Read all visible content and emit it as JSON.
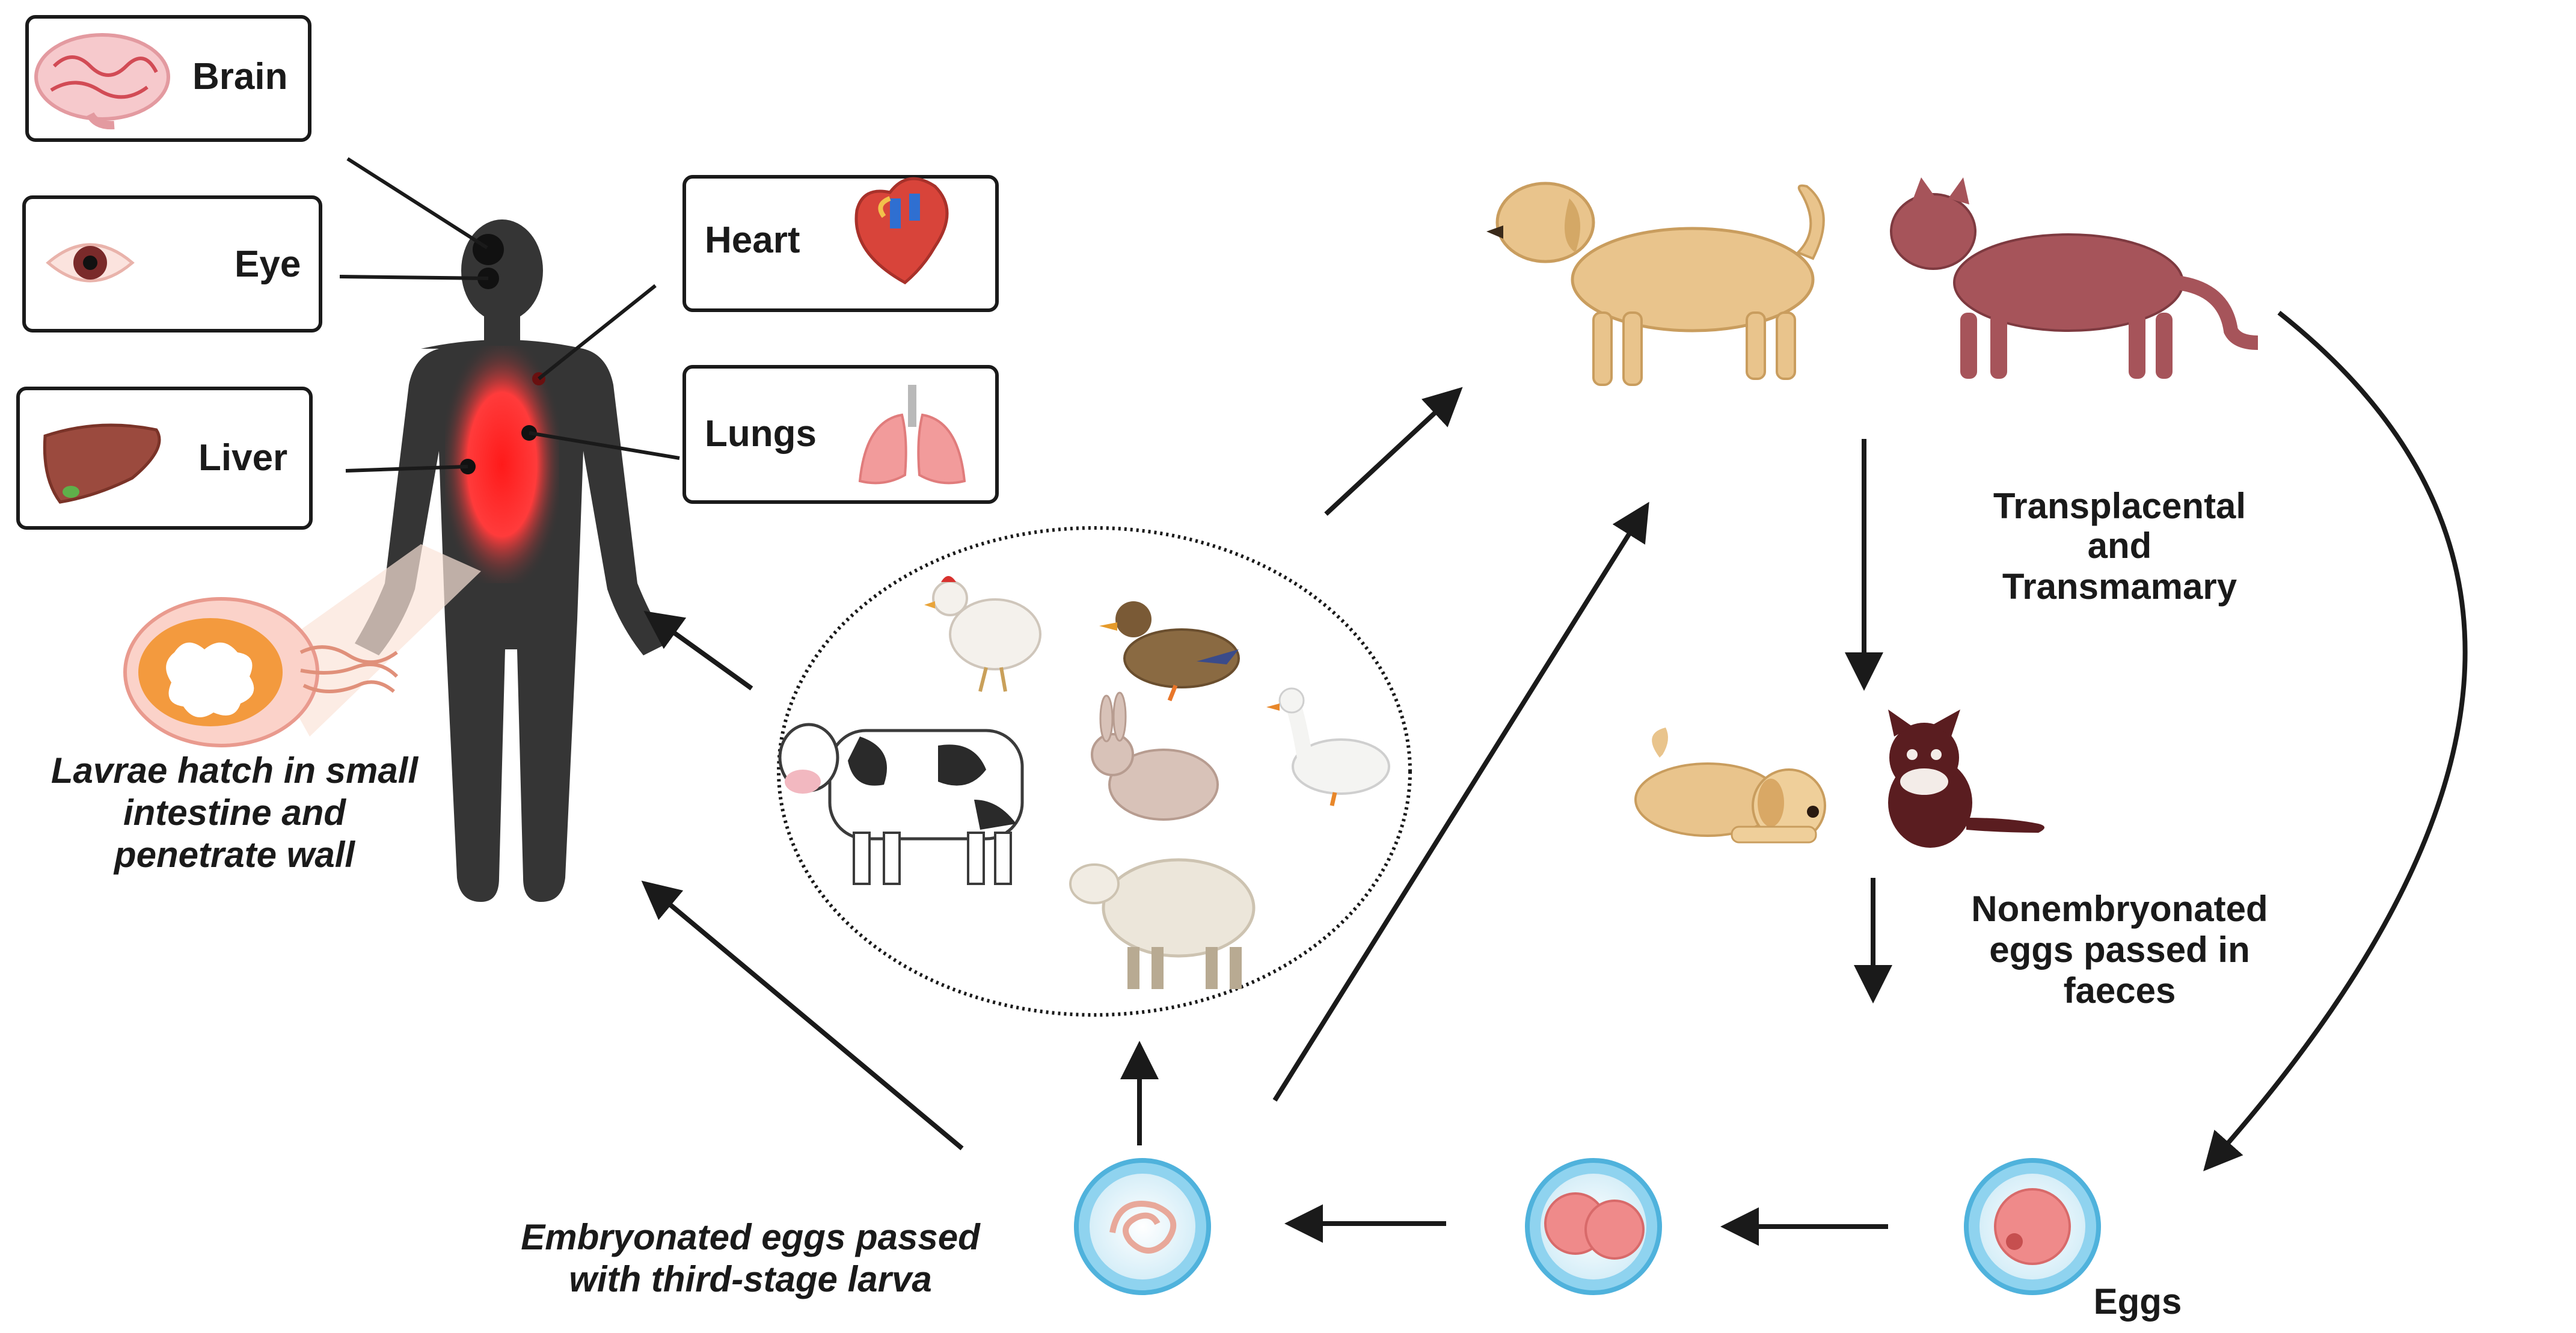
{
  "organs": {
    "brain": "Brain",
    "eye": "Eye",
    "liver": "Liver",
    "heart": "Heart",
    "lungs": "Lungs"
  },
  "captions": {
    "larvae_hatch": [
      "Lavrae hatch in small",
      "intestine and",
      "penetrate wall"
    ],
    "transplacental": [
      "Transplacental",
      "and",
      "Transmamary"
    ],
    "nonembryonated": [
      "Nonembryonated",
      "eggs passed in",
      "faeces"
    ],
    "embryonated": [
      "Embryonated eggs passed",
      "with third-stage larva"
    ],
    "eggs": "Eggs"
  },
  "icons": [
    "brain-icon",
    "eye-icon",
    "liver-icon",
    "heart-icon",
    "lungs-icon",
    "human-body-icon",
    "intestine-cross-section-icon",
    "dog-icon",
    "cat-icon",
    "puppy-icon",
    "kitten-icon",
    "chicken-icon",
    "duck-icon",
    "cow-icon",
    "rabbit-icon",
    "goose-icon",
    "sheep-icon",
    "egg-icon",
    "two-cell-egg-icon",
    "larvated-egg-icon"
  ],
  "colors": {
    "body": "#353535",
    "infection_glow": "#ff2a2a",
    "dog": "#e9c48c",
    "cat": "#a6545a",
    "egg_shell": "#6ec6e8",
    "egg_cell": "#ef8a8a"
  }
}
